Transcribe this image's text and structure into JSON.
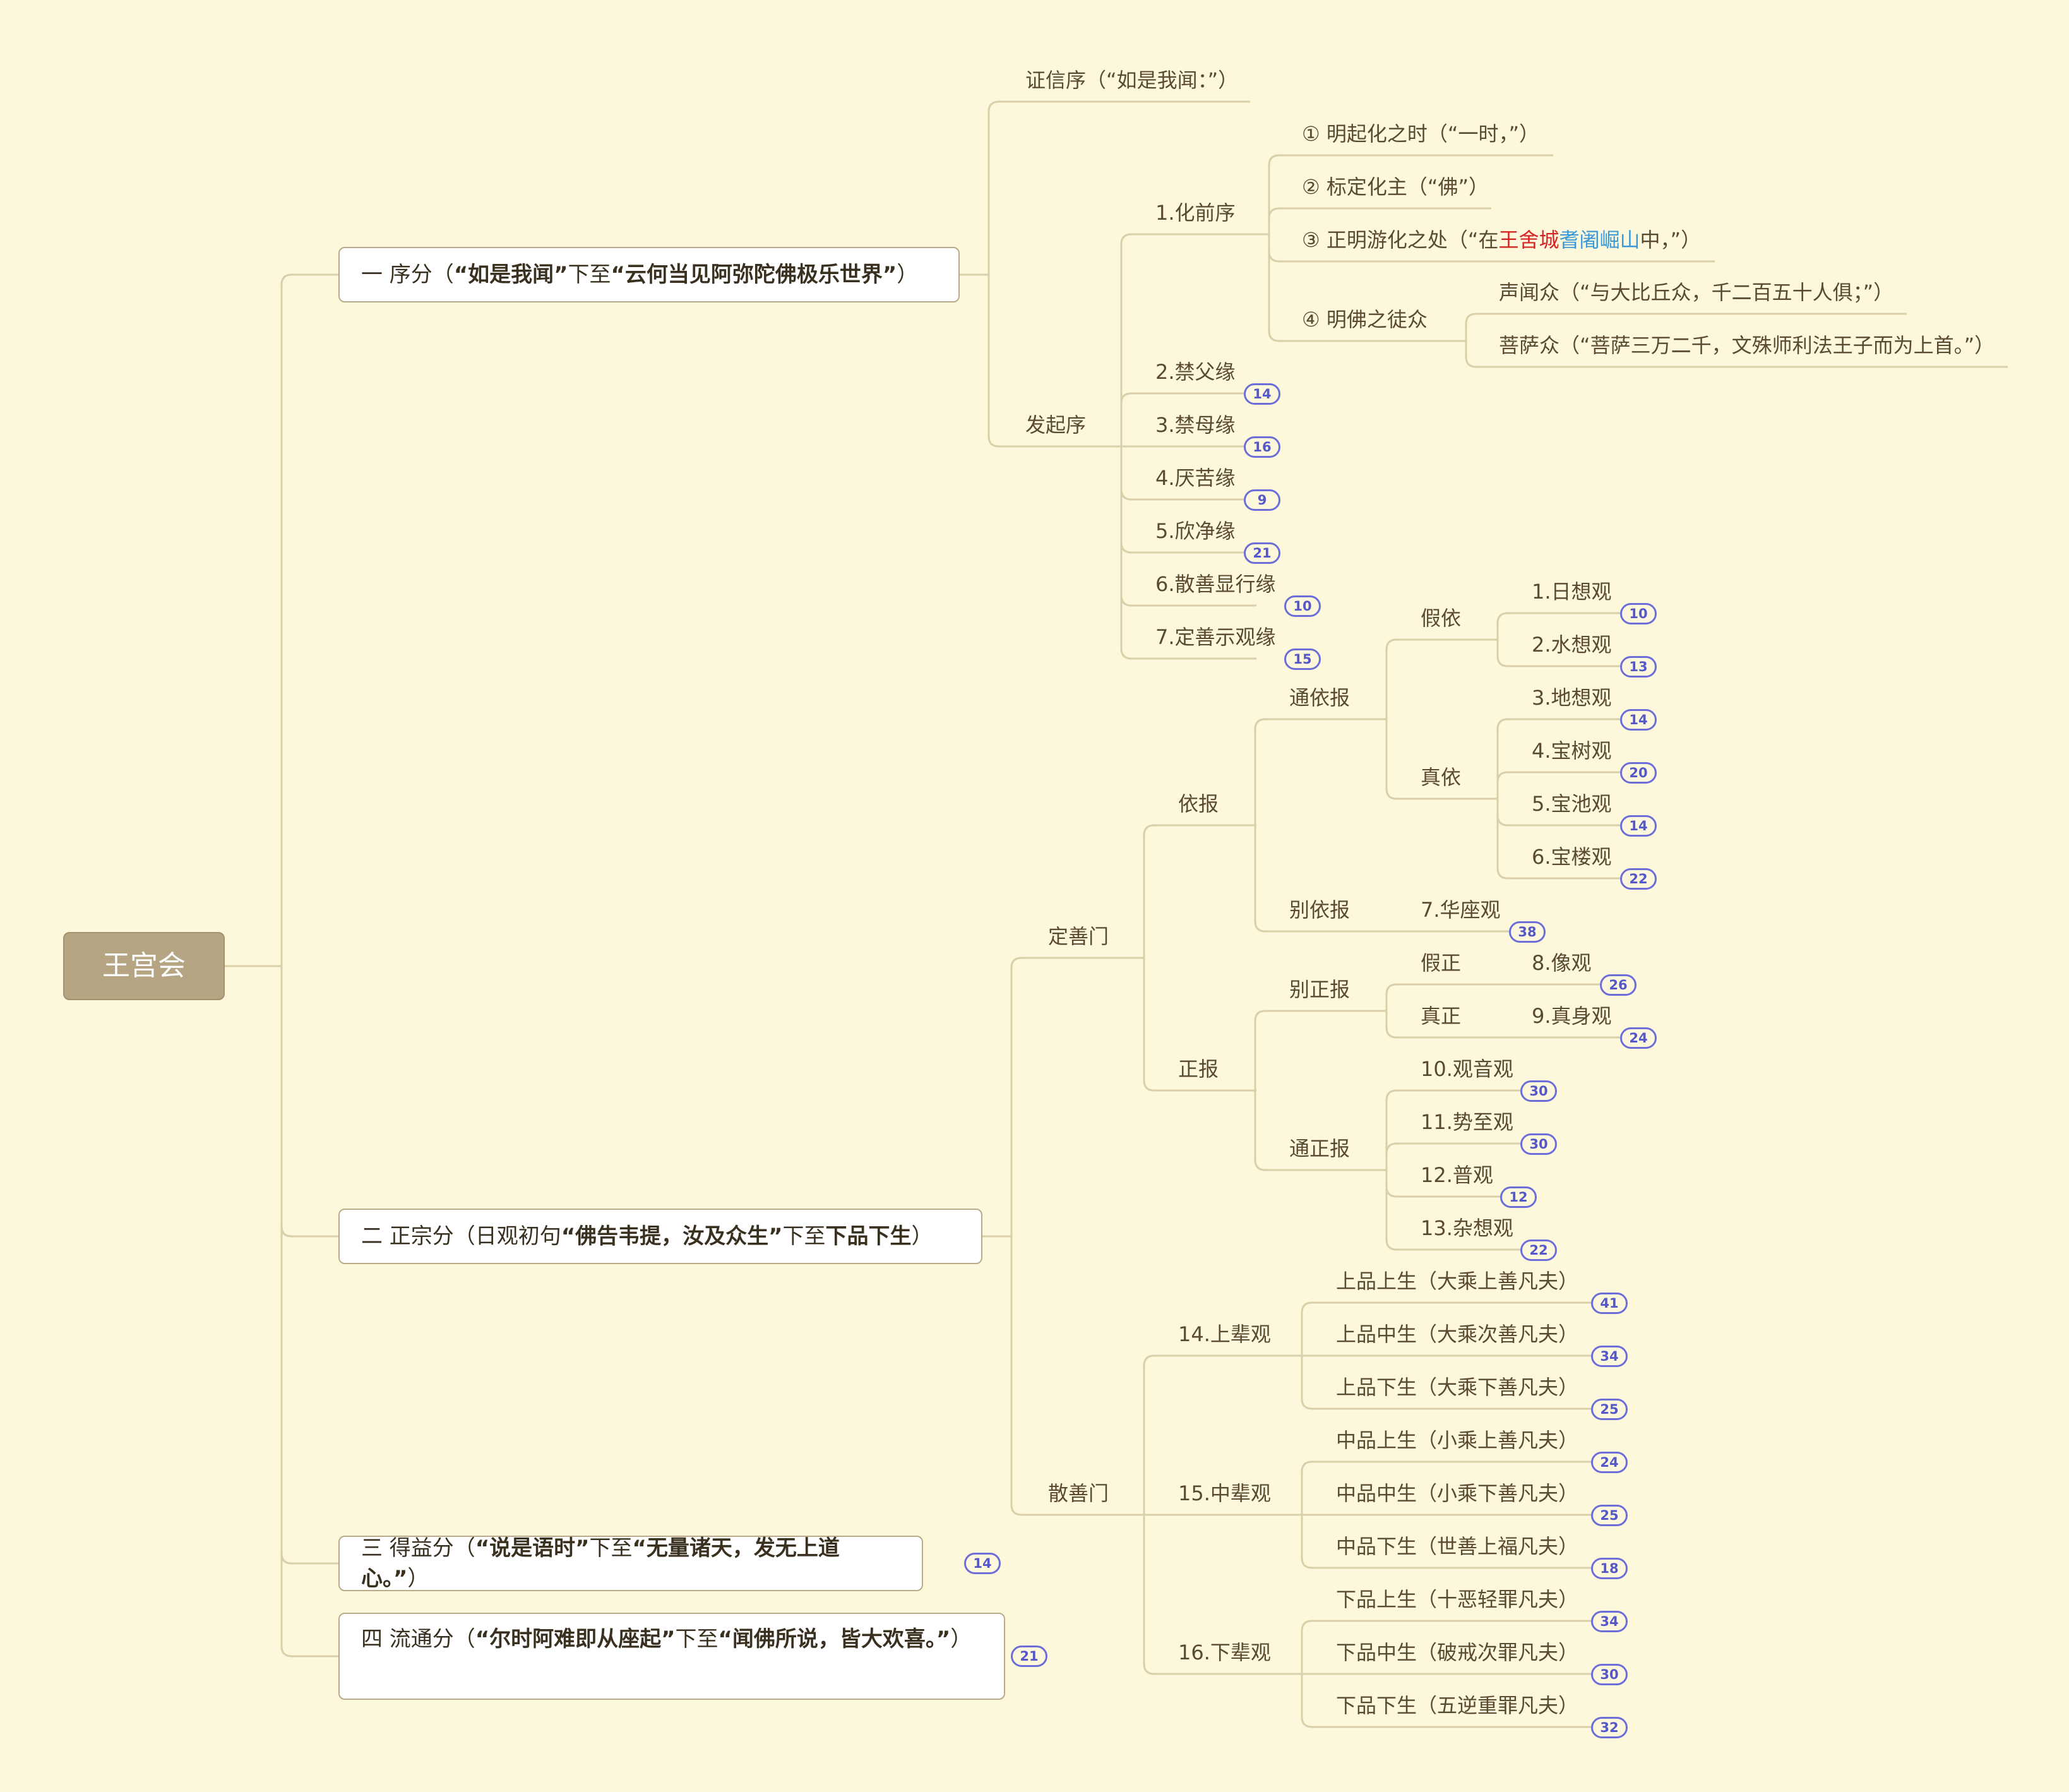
{
  "root": "王宫会",
  "branches": {
    "b1": {
      "num": "一",
      "pre": " 序分（",
      "q1": "“如是我闻”",
      "mid": "下至",
      "q2": "“云何当见阿弥陀佛极乐世界”",
      "post": "）"
    },
    "b2": {
      "num": "二",
      "pre": " 正宗分（日观初句",
      "q1": "“佛告韦提，汝及众生”",
      "mid": "下至",
      "q2": "下品下生",
      "post": "）"
    },
    "b3": {
      "num": "三",
      "pre": " 得益分（",
      "q1": "“说是语时”",
      "mid": "下至",
      "q2": "“无量诸天，发无上道心。”",
      "post": "）"
    },
    "b4": {
      "num": "四",
      "pre": " 流通分（",
      "q1": "“尔时阿难即从座起”",
      "mid": "下至",
      "q2": "“闻佛所说，皆大欢喜。”",
      "post": "）"
    }
  },
  "nodes": {
    "zhengxin": "证信序（“如是我闻：”）",
    "huaqian": "1.化前序",
    "hq1": "① 明起化之时（“一时，”）",
    "hq2": "② 标定化主（“佛”）",
    "hq3_pre": "③ 正明游化之处（“在",
    "hq3_red": "王舍城",
    "hq3_blue": "耆阇崛山",
    "hq3_post": "中，”）",
    "hq4": "④ 明佛之徒众",
    "shengwen": "声闻众（“与大比丘众，千二百五十人俱；”）",
    "pusa": "菩萨众（“菩萨三万二千，文殊师利法王子而为上首。”）",
    "faqi": "发起序",
    "f2": "2.禁父缘",
    "f3": "3.禁母缘",
    "f4": "4.厌苦缘",
    "f5": "5.欣净缘",
    "f6": "6.散善显行缘",
    "f7": "7.定善示观缘",
    "dingshan": "定善门",
    "yibao": "依报",
    "tongyibao": "通依报",
    "jiayi": "假依",
    "o1": "1.日想观",
    "o2": "2.水想观",
    "zhenyi": "真依",
    "o3": "3.地想观",
    "o4": "4.宝树观",
    "o5": "5.宝池观",
    "o6": "6.宝楼观",
    "bieyibao": "别依报",
    "o7": "7.华座观",
    "zhengbao": "正报",
    "biezhengbao": "别正报",
    "jiazheng": "假正",
    "o8": "8.像观",
    "zhenzheng": "真正",
    "o9": "9.真身观",
    "tongzhengbao": "通正报",
    "o10": "10.观音观",
    "o11": "11.势至观",
    "o12": "12.普观",
    "o13": "13.杂想观",
    "sanshan": "散善门",
    "o14": "14.上辈观",
    "s1": "上品上生（大乘上善凡夫）",
    "s2": "上品中生（大乘次善凡夫）",
    "s3": "上品下生（大乘下善凡夫）",
    "o15": "15.中辈观",
    "s4": "中品上生（小乘上善凡夫）",
    "s5": "中品中生（小乘下善凡夫）",
    "s6": "中品下生（世善上福凡夫）",
    "o16": "16.下辈观",
    "s7": "下品上生（十恶轻罪凡夫）",
    "s8": "下品中生（破戒次罪凡夫）",
    "s9": "下品下生（五逆重罪凡夫）"
  },
  "badges": {
    "f2": "14",
    "f3": "16",
    "f4": "9",
    "f5": "21",
    "f6": "10",
    "f7": "15",
    "o1": "10",
    "o2": "13",
    "o3": "14",
    "o4": "20",
    "o5": "14",
    "o6": "22",
    "o7": "38",
    "o8": "26",
    "o9": "24",
    "o10": "30",
    "o11": "30",
    "o12": "12",
    "o13": "22",
    "s1": "41",
    "s2": "34",
    "s3": "25",
    "s4": "24",
    "s5": "25",
    "s6": "18",
    "s7": "34",
    "s8": "30",
    "s9": "32",
    "b3": "14",
    "b4": "21"
  },
  "colors": {
    "background": "#fdf7dc",
    "line": "#d9cfa8",
    "root": "#b5a582",
    "badge": "#6b6ed8",
    "red": "#d62424",
    "blue": "#3a9ad8"
  }
}
